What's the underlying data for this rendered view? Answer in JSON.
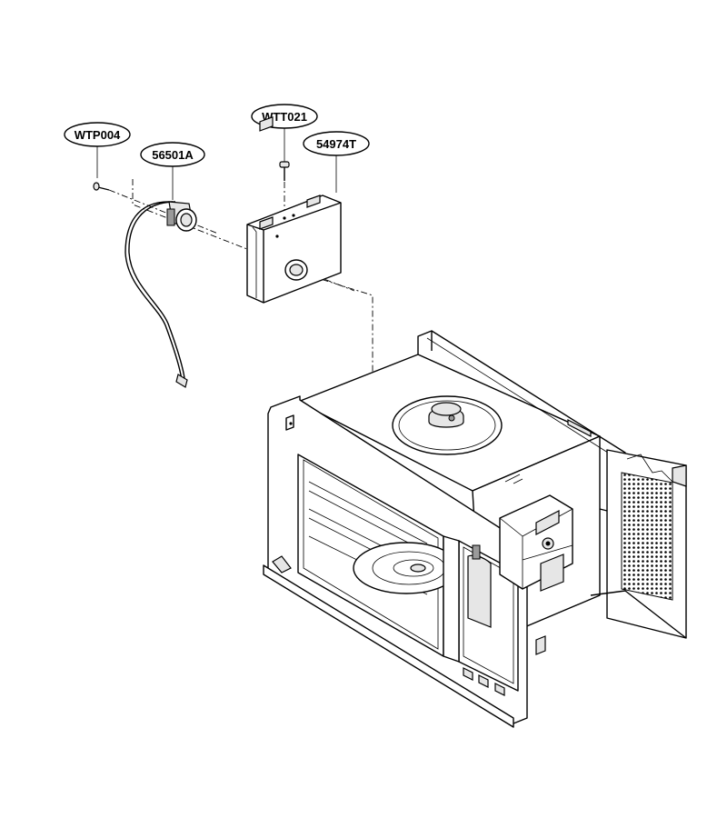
{
  "callouts": [
    {
      "id": "wtp004",
      "label": "WTP004"
    },
    {
      "id": "p56501a",
      "label": "56501A"
    },
    {
      "id": "wtt021",
      "label": "WTT021"
    },
    {
      "id": "p54974t",
      "label": "54974T"
    }
  ]
}
